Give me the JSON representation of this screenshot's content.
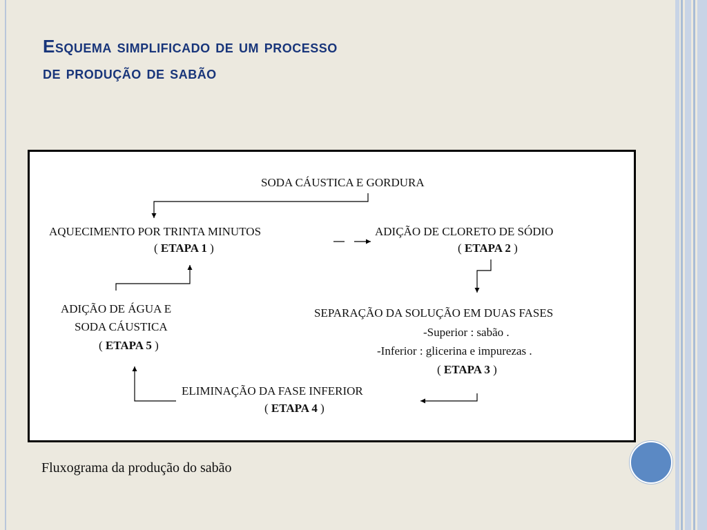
{
  "slide": {
    "title_line1": "Esquema simplificado de um processo",
    "title_line2": "de produção de sabão",
    "caption": "Fluxograma da produção do sabão"
  },
  "colors": {
    "background": "#ece9df",
    "title": "#18357a",
    "accent_circle": "#5b89c4",
    "stripe_light": "#c8d4e6",
    "stripe_mid": "#a9bdd6"
  },
  "diagram": {
    "input": "SODA CÁUSTICA E GORDURA",
    "step1": {
      "text": "AQUECIMENTO POR TRINTA MINUTOS",
      "open": "( ",
      "label": "ETAPA 1",
      "close": " )"
    },
    "step2": {
      "text": "ADIÇÃO DE CLORETO DE SÓDIO",
      "open": "( ",
      "label": "ETAPA 2",
      "close": " )"
    },
    "step3": {
      "text": "SEPARAÇÃO DA SOLUÇÃO EM DUAS FASES",
      "line2": "-Superior : sabão .",
      "line3": "-Inferior : glicerina e impurezas .",
      "open": "(   ",
      "label": "ETAPA 3",
      "close": " )"
    },
    "step4": {
      "text": "ELIMINAÇÃO DA FASE INFERIOR",
      "open": "( ",
      "label": "ETAPA 4",
      "close": " )"
    },
    "step5": {
      "line1": "ADIÇÃO DE ÁGUA E",
      "line2": "SODA CÁUSTICA",
      "open": "( ",
      "label": "ETAPA 5",
      "close": " )"
    }
  }
}
